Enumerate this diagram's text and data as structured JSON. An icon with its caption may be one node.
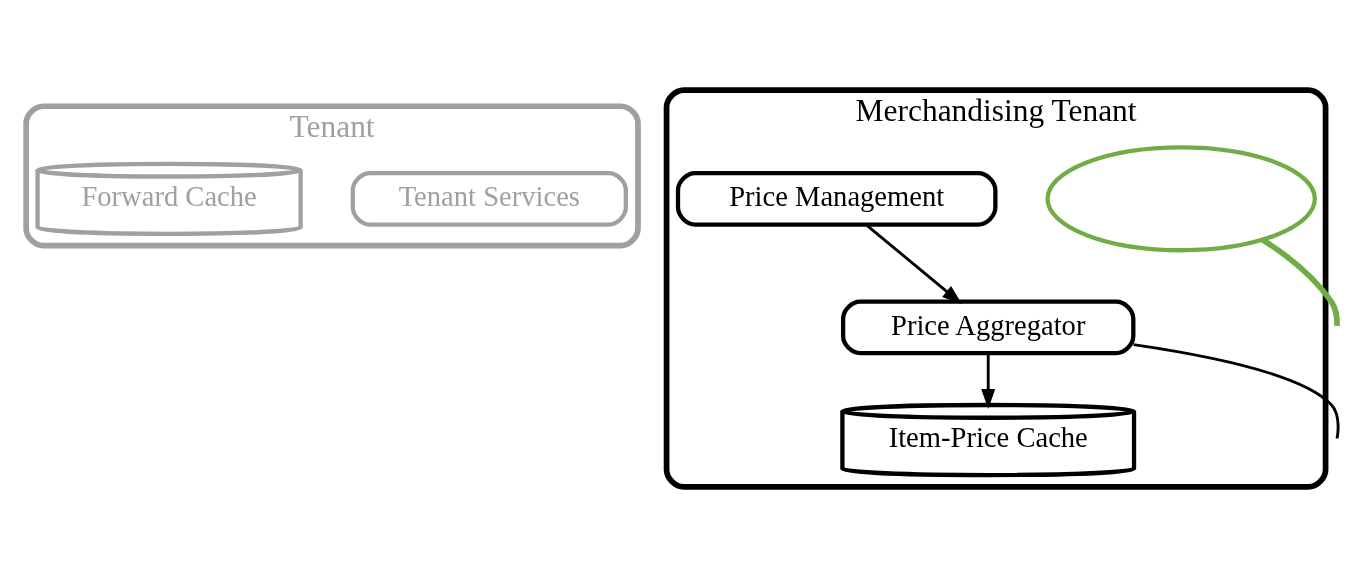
{
  "diagram": {
    "nodes": [
      {
        "text": [
          "Tenant"
        ]
      },
      {
        "text": [
          "Tenant Services"
        ],
        "in": 0
      },
      {
        "text": [
          "Forward Cache"
        ],
        "in": 0
      },
      {
        "text": [
          "Merchandising Tenant"
        ]
      },
      {
        "text": [
          "Price Management"
        ],
        "in": 3
      },
      {
        "text": [
          "Price Aggregator"
        ],
        "in": 3
      },
      {
        "text": [
          "Item-Price Cache"
        ],
        "in": 3
      },
      {
        "text": [],
        "shape": "ellipse",
        "in": 3
      }
    ],
    "edges": [
      {
        "from": 4,
        "to": 5,
        "arrow": "to"
      },
      {
        "from": 5,
        "to": 6,
        "arrow": "to"
      },
      {
        "from": 5,
        "to": null,
        "arrow": "none"
      },
      {
        "from": 7,
        "to": null,
        "arrow": "none",
        "color": "#70ad47",
        "style": "thick"
      }
    ]
  }
}
